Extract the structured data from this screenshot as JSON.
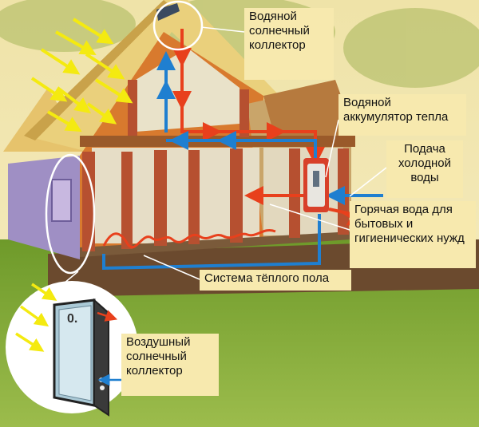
{
  "labels": {
    "water_collector": "Водяной\nсолнечный\nколлектор",
    "accumulator": "Водяной\nаккумулятор тепла",
    "cold_water": "Подача\nхолодной\nводы",
    "hot_water": "Горячая вода для\nбытовых и\nгигиенических нужд",
    "floor_heating": "Система тёплого пола",
    "air_collector": "Воздушный\nсолнечный\nколлектор"
  },
  "inset_glass_mark": "0.",
  "colors": {
    "background": "#f3e6b0",
    "grass": "#7aa030",
    "roof": "#e0c070",
    "wall_brick": "#b65030",
    "hot_pipe": "#e8401c",
    "cold_pipe": "#1f7fd0",
    "sun_arrow": "#f4ea10",
    "callout_circle": "#ffffff",
    "label_bg": "#f7e9ae"
  },
  "icons": [
    "sun-ray-arrow-icon",
    "hot-flow-arrow-icon",
    "cold-flow-arrow-icon",
    "water-tank-icon"
  ]
}
